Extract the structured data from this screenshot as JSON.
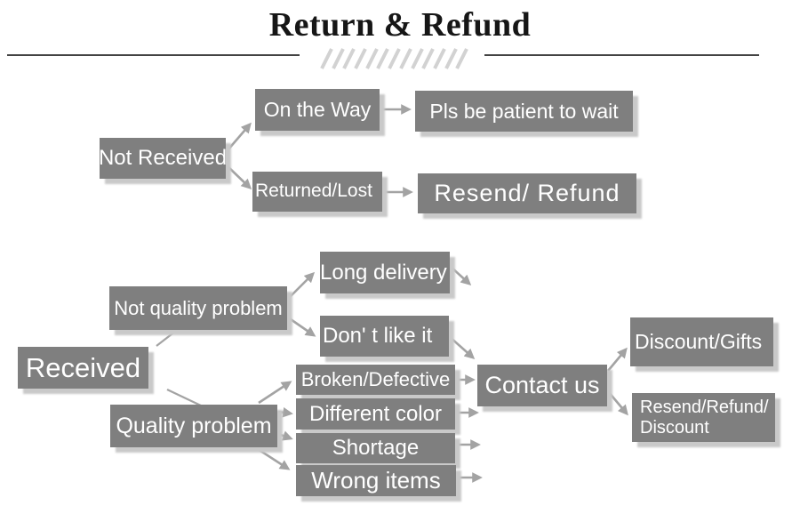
{
  "title": "Return & Refund",
  "flowchart": {
    "nodes": {
      "not_received": {
        "label": "Not Received"
      },
      "on_the_way": {
        "label": "On the Way"
      },
      "pls_be_patient": {
        "label": "Pls be patient to wait"
      },
      "returned_lost": {
        "label": "Returned/Lost"
      },
      "resend_refund": {
        "label": "Resend/ Refund"
      },
      "received": {
        "label": "Received"
      },
      "not_quality_problem": {
        "label": "Not quality problem"
      },
      "long_delivery": {
        "label": "Long delivery"
      },
      "dont_like_it": {
        "label": "Don' t like it"
      },
      "quality_problem": {
        "label": "Quality problem"
      },
      "broken_defective": {
        "label": "Broken/Defective"
      },
      "different_color": {
        "label": "Different color"
      },
      "shortage": {
        "label": "Shortage"
      },
      "wrong_items": {
        "label": "Wrong items"
      },
      "contact_us": {
        "label": "Contact us"
      },
      "discount_gifts": {
        "label": "Discount/Gifts"
      },
      "resend_refund_discount": {
        "label": "Resend/Refund/ Discount"
      }
    },
    "edges": [
      {
        "from": "not_received",
        "to": "on_the_way",
        "arrow": true
      },
      {
        "from": "not_received",
        "to": "returned_lost",
        "arrow": true
      },
      {
        "from": "on_the_way",
        "to": "pls_be_patient",
        "arrow": true
      },
      {
        "from": "returned_lost",
        "to": "resend_refund",
        "arrow": true
      },
      {
        "from": "received",
        "to": "not_quality_problem",
        "arrow": false
      },
      {
        "from": "received",
        "to": "quality_problem",
        "arrow": false
      },
      {
        "from": "not_quality_problem",
        "to": "long_delivery",
        "arrow": true
      },
      {
        "from": "not_quality_problem",
        "to": "dont_like_it",
        "arrow": true
      },
      {
        "from": "long_delivery",
        "to": "contact_us",
        "arrow": true
      },
      {
        "from": "dont_like_it",
        "to": "contact_us",
        "arrow": true
      },
      {
        "from": "quality_problem",
        "to": "broken_defective",
        "arrow": true
      },
      {
        "from": "quality_problem",
        "to": "different_color",
        "arrow": true
      },
      {
        "from": "quality_problem",
        "to": "shortage",
        "arrow": true
      },
      {
        "from": "quality_problem",
        "to": "wrong_items",
        "arrow": true
      },
      {
        "from": "broken_defective",
        "to": "contact_us",
        "arrow": true
      },
      {
        "from": "different_color",
        "to": "contact_us",
        "arrow": true
      },
      {
        "from": "shortage",
        "to": "contact_us",
        "arrow": true
      },
      {
        "from": "wrong_items",
        "to": "contact_us",
        "arrow": true
      },
      {
        "from": "contact_us",
        "to": "discount_gifts",
        "arrow": true
      },
      {
        "from": "contact_us",
        "to": "resend_refund_discount",
        "arrow": true
      }
    ]
  },
  "colors": {
    "node_fill": "#7f7f7f",
    "node_text": "#ffffff",
    "node_shadow": "#c9c9c9",
    "connector": "#a3a3a3",
    "title_text": "#161616",
    "divider": "#434343",
    "hash": "#d2d2d2"
  }
}
